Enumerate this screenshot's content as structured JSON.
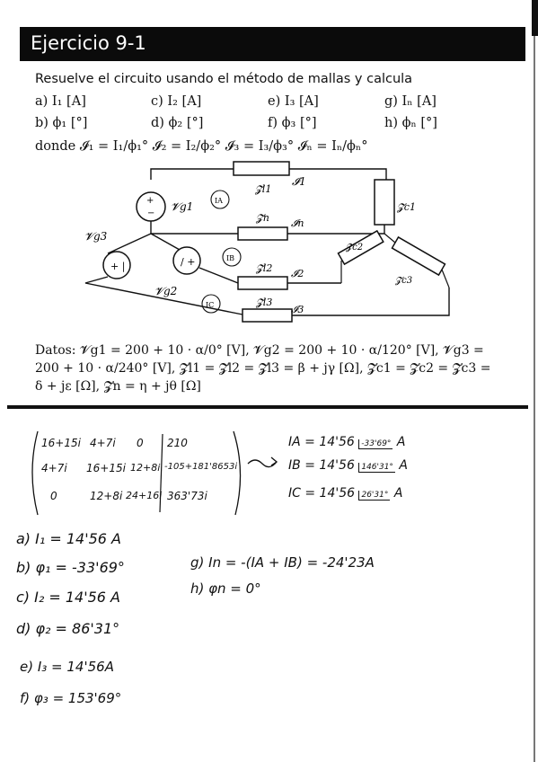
{
  "header": {
    "title": "Ejercicio 9-1"
  },
  "intro": "Resuelve el circuito usando el método de mallas y calcula",
  "questions": [
    {
      "label": "a)  I₁ [A]"
    },
    {
      "label": "c)  I₂ [A]"
    },
    {
      "label": "e)  I₃ [A]"
    },
    {
      "label": "g)  Iₙ [A]"
    },
    {
      "label": "b)  ϕ₁ [°]"
    },
    {
      "label": "d)  ϕ₂ [°]"
    },
    {
      "label": "f)  ϕ₃ [°]"
    },
    {
      "label": "h)  ϕₙ [°]"
    }
  ],
  "donde": "donde 𝓘₁ = I₁/ϕ₁°   𝓘₂ = I₂/ϕ₂°   𝓘₃ = I₃/ϕ₃°   𝓘ₙ = Iₙ/ϕₙ°",
  "circuit": {
    "vg1": "𝓥g1",
    "vg2": "𝓥g2",
    "vg3": "𝓥g3",
    "zl1": "𝓩l1",
    "zn": "𝓩n",
    "zl2": "𝓩l2",
    "zl3": "𝓩l3",
    "zc1": "𝓩c1",
    "zc2": "𝓩c2",
    "zc3": "𝓩c3",
    "i1": "𝓘1",
    "in": "𝓘n",
    "i2": "𝓘2",
    "i3": "𝓘3",
    "mesh_a": "IA",
    "mesh_b": "IB",
    "mesh_c": "IC"
  },
  "datos": {
    "line1": "Datos: 𝓥g1 = 200 + 10 · α/0° [V], 𝓥g2 = 200 + 10 · α/120° [V], 𝓥g3 =",
    "line2": "200 + 10 · α/240° [V], 𝓩l1 = 𝓩l2 = 𝓩l3 = β + jγ [Ω], 𝓩c1 = 𝓩c2 = 𝓩c3 =",
    "line3": "δ + jε [Ω], 𝓩n = η + jθ [Ω]"
  },
  "matrix": {
    "rows": [
      [
        "16+15i",
        "4+7i",
        "0",
        "210"
      ],
      [
        "4+7i",
        "16+15i",
        "12+8i",
        "-105+181'8653i"
      ],
      [
        "0",
        "12+8i",
        "24+16i",
        "363'73i"
      ]
    ]
  },
  "mesh_results": [
    {
      "name": "IA",
      "value": "= 14'56",
      "angle": "-33'69°",
      "unit": "A"
    },
    {
      "name": "IB",
      "value": "= 14'56",
      "angle": "146'31°",
      "unit": "A"
    },
    {
      "name": "IC",
      "value": "= 14'56",
      "angle": "26'31°",
      "unit": "A"
    }
  ],
  "answers": {
    "a": "a) I₁ = 14'56 A",
    "b": "b) φ₁ = -33'69°",
    "c": "c) I₂ = 14'56 A",
    "d": "d) φ₂ = 86'31°",
    "e": "e) I₃ = 14'56A",
    "f": "f) φ₃ = 153'69°",
    "g": "g) In = -(IA + IB) = -24'23A",
    "h": "h) φn = 0°"
  }
}
